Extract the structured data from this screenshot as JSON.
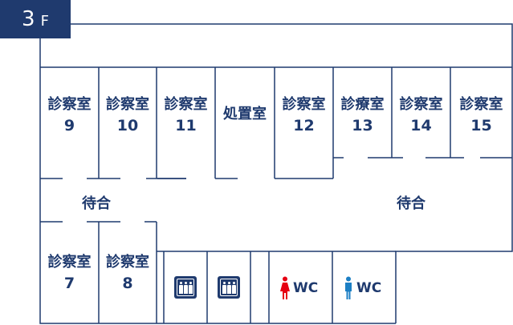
{
  "floor": {
    "number": "3",
    "suffix": "F"
  },
  "rooms": {
    "r9": {
      "name": "診察室",
      "no": "9"
    },
    "r10": {
      "name": "診察室",
      "no": "10"
    },
    "r11": {
      "name": "診察室",
      "no": "11"
    },
    "treatment": {
      "name": "処置室"
    },
    "r12": {
      "name": "診察室",
      "no": "12"
    },
    "r13": {
      "name": "診療室",
      "no": "13"
    },
    "r14": {
      "name": "診察室",
      "no": "14"
    },
    "r15": {
      "name": "診察室",
      "no": "15"
    },
    "r7": {
      "name": "診察室",
      "no": "7"
    },
    "r8": {
      "name": "診察室",
      "no": "8"
    }
  },
  "waiting": {
    "left": "待合",
    "right": "待合"
  },
  "restrooms": {
    "women": {
      "label": "WC",
      "icon": "female-restroom-icon",
      "color": "#e60012"
    },
    "men": {
      "label": "WC",
      "icon": "male-restroom-icon",
      "color": "#1c7fc4"
    }
  },
  "elevators": [
    {
      "icon": "elevator-icon"
    },
    {
      "icon": "elevator-icon"
    }
  ],
  "colors": {
    "wall": "#1f3a6e",
    "badge": "#1f3a6e"
  }
}
